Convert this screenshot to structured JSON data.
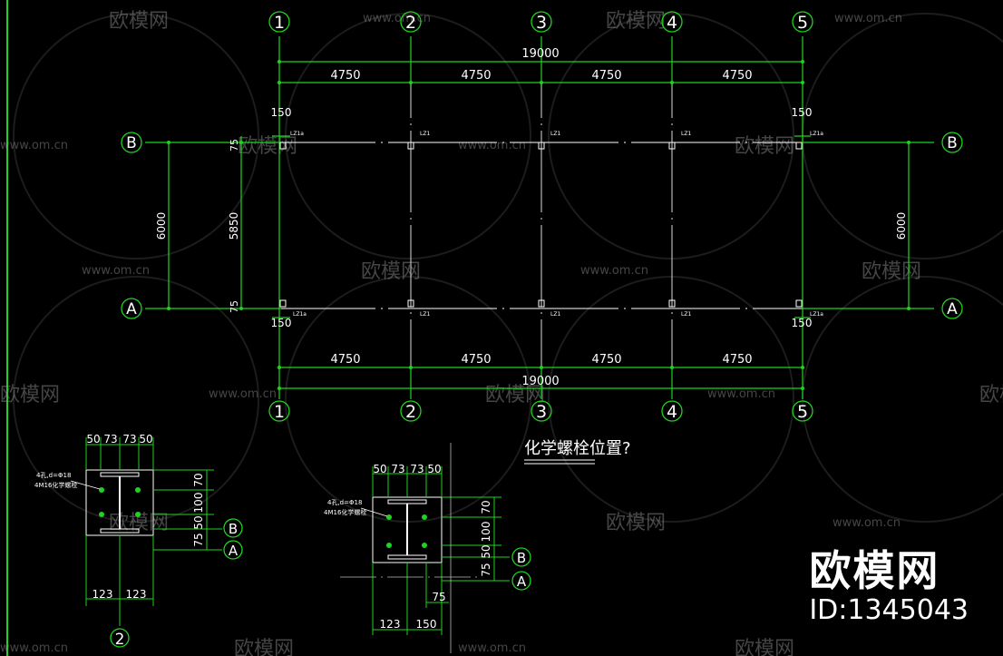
{
  "watermark": {
    "site": "www.om.cn",
    "brand": "欧模网",
    "id": "ID:1345043"
  },
  "axes": {
    "numeric": [
      "1",
      "2",
      "3",
      "4",
      "5"
    ],
    "letter": [
      "A",
      "B"
    ]
  },
  "dimensions": {
    "overall": "19000",
    "bay": "4750",
    "depth": "6000",
    "inner": "5850",
    "edge75": "75",
    "edge150": "150"
  },
  "column_tags": [
    "LZ1a",
    "LZ1"
  ],
  "question": "化学螺栓位置?",
  "detail_left": {
    "top_dims": [
      "50",
      "73",
      "73",
      "50"
    ],
    "side_dims": [
      "70",
      "100",
      "50",
      "75"
    ],
    "bottom_dims": [
      "123",
      "123"
    ],
    "note_line1": "4孔,d=Φ18",
    "note_line2": "4M16化学螺栓",
    "axis_labels": [
      "B",
      "A",
      "2"
    ]
  },
  "detail_right": {
    "top_dims": [
      "50",
      "73",
      "73",
      "50"
    ],
    "side_dims": [
      "70",
      "100",
      "50",
      "75"
    ],
    "bottom_dims": [
      "123",
      "150"
    ],
    "mid_dim": "75",
    "note_line1": "4孔,d=Φ18",
    "note_line2": "4M16化学螺栓",
    "axis_labels": [
      "B",
      "A"
    ]
  }
}
